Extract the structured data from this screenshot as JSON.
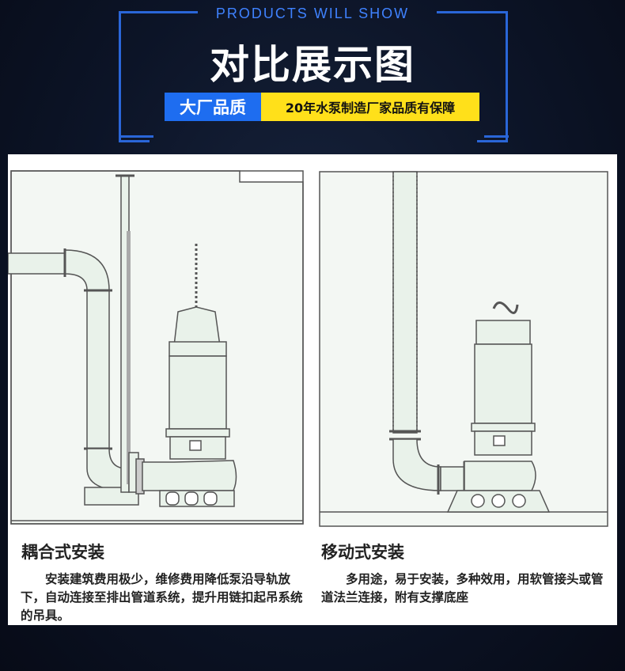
{
  "header": {
    "subtitle_en": "PRODUCTS WILL SHOW",
    "title": "对比展示图",
    "tag_blue": "大厂品质",
    "tag_yellow": "20年水泵制造厂家品质有保障"
  },
  "panels": [
    {
      "title": "耦合式安装",
      "description": "安装建筑费用极少，维修费用降低泵沿导轨放下，自动连接至排出管道系统，提升用链扣起吊系统的吊具。"
    },
    {
      "title": "移动式安装",
      "description": "多用途，易于安装，多种效用，用软管接头或管道法兰连接，附有支撑底座"
    }
  ],
  "colors": {
    "accent_blue": "#2a66d8",
    "tag_blue": "#1e6df0",
    "tag_yellow": "#ffe01a",
    "diagram_fill": "#e9f2ea"
  }
}
